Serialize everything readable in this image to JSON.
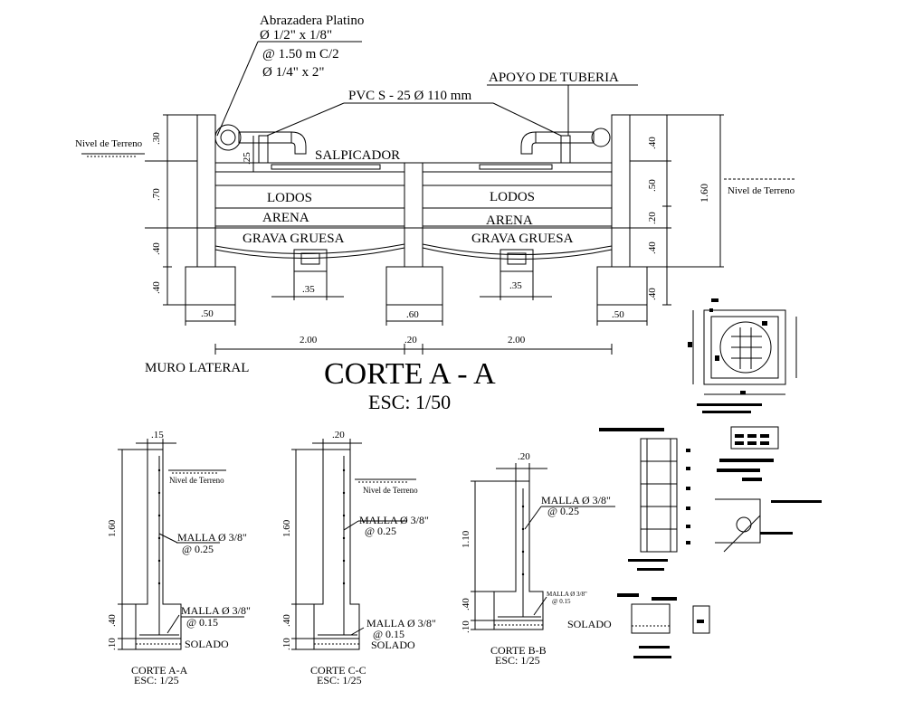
{
  "colors": {
    "ink": "#000000",
    "paper": "#ffffff"
  },
  "main_section": {
    "title": "CORTE  A - A",
    "scale": "ESC: 1/50",
    "callouts": {
      "abrazadera": [
        "Abrazadera Platino",
        "Ø 1/2\" x 1/8\"",
        "@ 1.50 m C/2",
        "Ø 1/4\" x 2\""
      ],
      "apoyo": "APOYO DE TUBERIA",
      "pvc": "PVC S - 25 Ø 110 mm",
      "salpicador": "SALPICADOR",
      "muro_lateral": "MURO LATERAL"
    },
    "nivel_terreno_left": "Nivel de Terreno",
    "nivel_terreno_right": "Nivel de Terreno",
    "layers_left": [
      "LODOS",
      "ARENA",
      "GRAVA GRUESA"
    ],
    "layers_right": [
      "LODOS",
      "ARENA",
      "GRAVA GRUESA"
    ],
    "dims_left": [
      ".30",
      ".70",
      ".40",
      ".40",
      ".25"
    ],
    "dims_right": [
      ".40",
      ".50",
      ".20",
      ".40",
      ".40",
      "1.60"
    ],
    "dims_bottom": [
      ".50",
      ".35",
      ".60",
      ".35",
      ".50"
    ],
    "dims_overall": [
      "2.00",
      ".20",
      "2.00"
    ]
  },
  "detail_a": {
    "title": "CORTE A-A",
    "scale": "ESC: 1/25",
    "top_dim": ".15",
    "height_dims": [
      "1.60",
      ".40",
      ".10"
    ],
    "nivel": "Nivel de Terreno",
    "malla_vertical": [
      "MALLA Ø 3/8\"",
      "@ 0.25"
    ],
    "malla_base": [
      "MALLA Ø 3/8\"",
      "@ 0.15"
    ],
    "solado": "SOLADO"
  },
  "detail_c": {
    "title": "CORTE C-C",
    "scale": "ESC: 1/25",
    "top_dim": ".20",
    "height_dims": [
      "1.60",
      ".40",
      ".10"
    ],
    "nivel": "Nivel de Terreno",
    "malla_vertical": [
      "MALLA Ø 3/8\"",
      "@ 0.25"
    ],
    "malla_base": [
      "MALLA Ø 3/8\"",
      "@ 0.15"
    ],
    "solado": "SOLADO"
  },
  "detail_b": {
    "title": "CORTE B-B",
    "scale": "ESC: 1/25",
    "top_dim": ".20",
    "height_dims": [
      "1.10",
      ".40",
      ".10"
    ],
    "malla_vertical": [
      "MALLA Ø 3/8\"",
      "@ 0.25"
    ],
    "malla_base": [
      "MALLA Ø 3/8\"",
      "@ 0.15"
    ],
    "solado": "SOLADO"
  }
}
